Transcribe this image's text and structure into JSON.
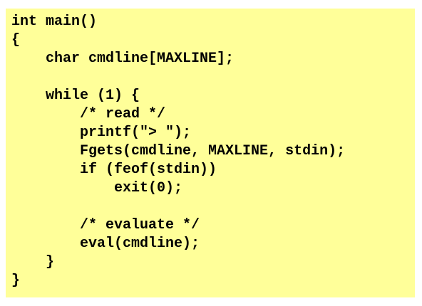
{
  "code": {
    "lines": [
      "int main()",
      "{",
      "    char cmdline[MAXLINE];",
      "",
      "    while (1) {",
      "        /* read */",
      "        printf(\"> \");",
      "        Fgets(cmdline, MAXLINE, stdin);",
      "        if (feof(stdin))",
      "            exit(0);",
      "",
      "        /* evaluate */",
      "        eval(cmdline);",
      "    }",
      "}"
    ]
  },
  "colors": {
    "code_background": "#ffff99",
    "code_text": "#000000"
  }
}
